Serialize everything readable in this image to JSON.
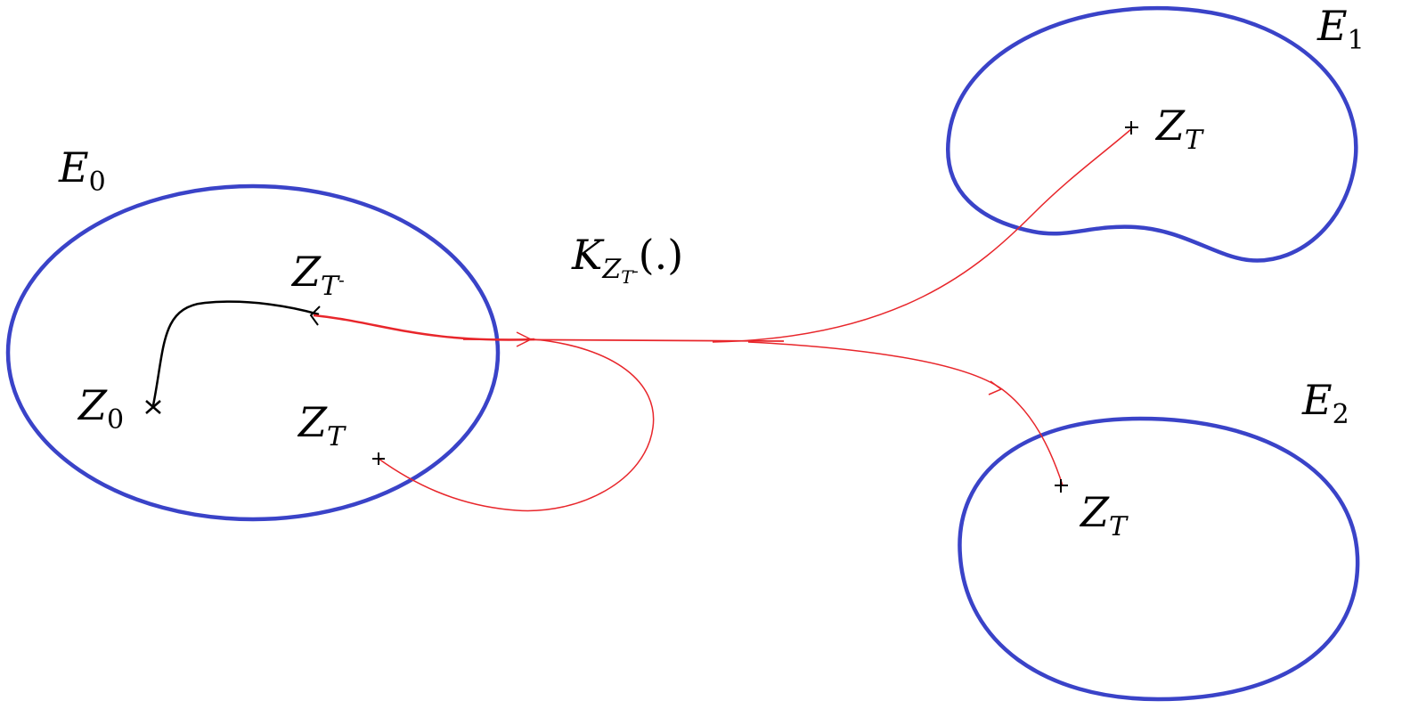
{
  "colors": {
    "set_outline": "#3a43c8",
    "jump_path": "#e8262b",
    "pre_jump_path": "#000000",
    "markers": "#000000",
    "text": "#000000"
  },
  "sets": [
    {
      "id": "E0",
      "base": "E",
      "sub": "0"
    },
    {
      "id": "E1",
      "base": "E",
      "sub": "1"
    },
    {
      "id": "E2",
      "base": "E",
      "sub": "2"
    }
  ],
  "points": {
    "z0": {
      "base": "Z",
      "sub": "0"
    },
    "zt_minus": {
      "base": "Z",
      "sub": "T",
      "sup": "-"
    },
    "zt_in_e0": {
      "base": "Z",
      "sub": "T"
    },
    "zt_in_e1": {
      "base": "Z",
      "sub": "T"
    },
    "zt_in_e2": {
      "base": "Z",
      "sub": "T"
    }
  },
  "kernel": {
    "base": "K",
    "sub": "Z",
    "sub_sub": "T",
    "sup": "-",
    "arg": "(.)"
  }
}
